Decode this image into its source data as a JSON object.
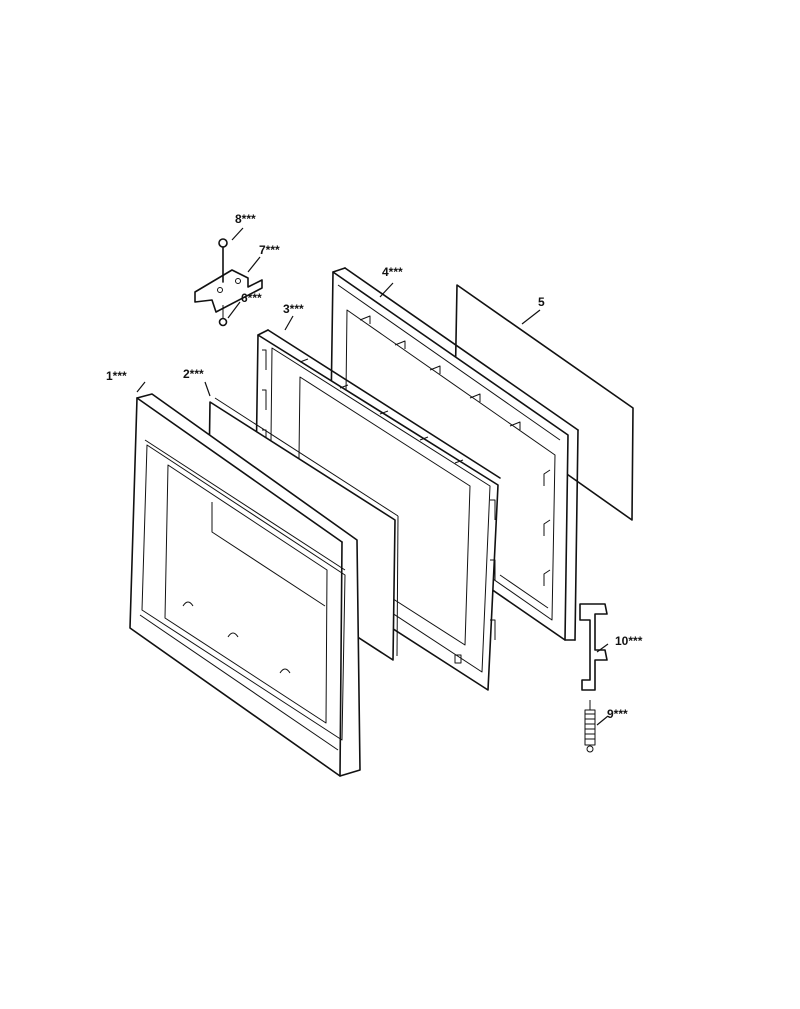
{
  "diagram": {
    "parts": [
      {
        "id": "1",
        "label": "1***"
      },
      {
        "id": "2",
        "label": "2***"
      },
      {
        "id": "3",
        "label": "3***"
      },
      {
        "id": "4",
        "label": "4***"
      },
      {
        "id": "5",
        "label": "5"
      },
      {
        "id": "6",
        "label": "6***"
      },
      {
        "id": "7",
        "label": "7***"
      },
      {
        "id": "8",
        "label": "8***"
      },
      {
        "id": "9",
        "label": "9***"
      },
      {
        "id": "10",
        "label": "10***"
      }
    ]
  },
  "colors": {
    "line": "#111111",
    "background": "#ffffff",
    "mesh": "#333333"
  }
}
